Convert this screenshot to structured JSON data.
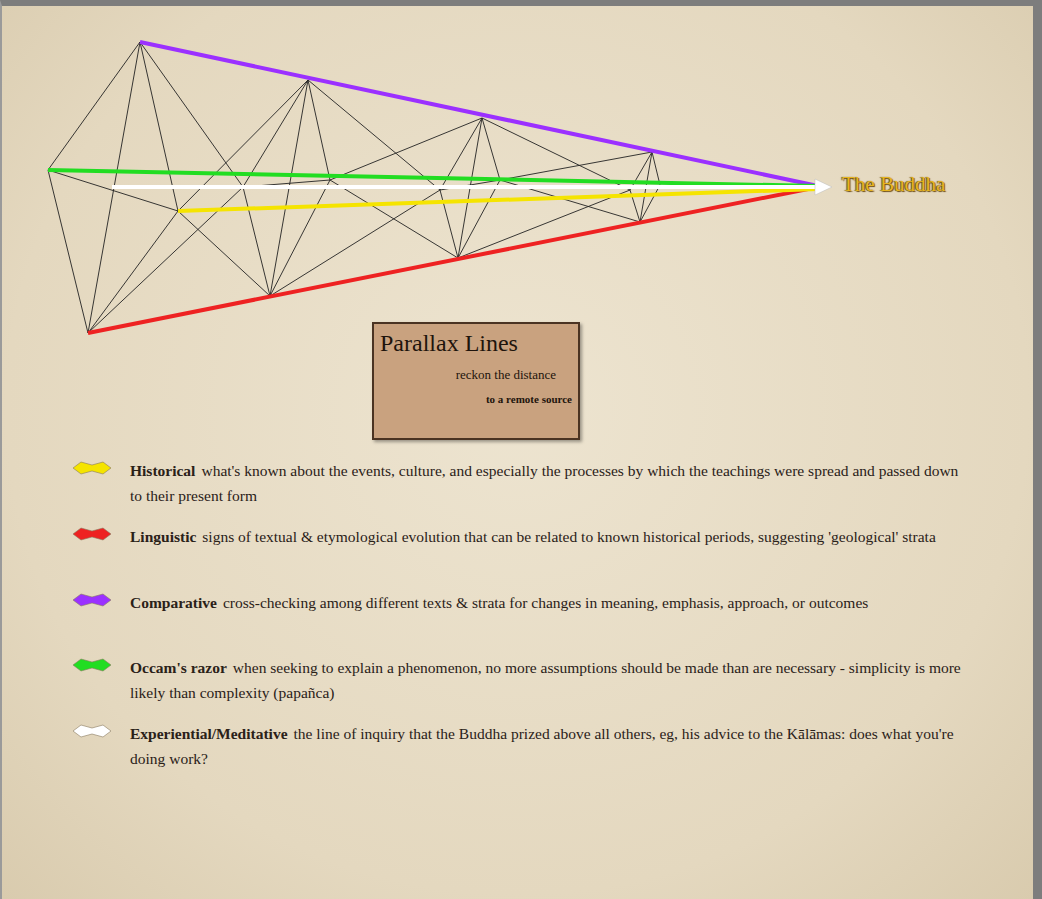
{
  "diagram": {
    "nodes": [
      {
        "text": [
          "Parallax Lines",
          "reckon the distance",
          "to a remote source"
        ]
      }
    ],
    "labels": [
      "The Buddha",
      "what's known about the events, culture, and especially the processes by which the teachings were spread and passed down to their present form",
      "signs of textual & etymological evolution that can be related to known historical periods, suggesting 'geological' strata",
      "cross-checking among different texts & strata for changes in meaning, emphasis, approach, or outcomes",
      "when seeking to explain a phenomenon, no more assumptions should be made than are necessary - simplicity is more likely than complexity (papañca)",
      "the line of inquiry that the Buddha prized above all others, eg, his advice to the Kālāmas: does what you're doing work?"
    ],
    "legend": [
      {
        "text": "Historical",
        "color": "#f5e400"
      },
      {
        "text": "Linguistic",
        "color": "#ee2222"
      },
      {
        "text": "Comparative",
        "color": "#9b30ff"
      },
      {
        "text": "Occam's razor",
        "color": "#22dd22"
      },
      {
        "text": "Experiential/Meditative",
        "color": "#ffffff"
      }
    ]
  }
}
